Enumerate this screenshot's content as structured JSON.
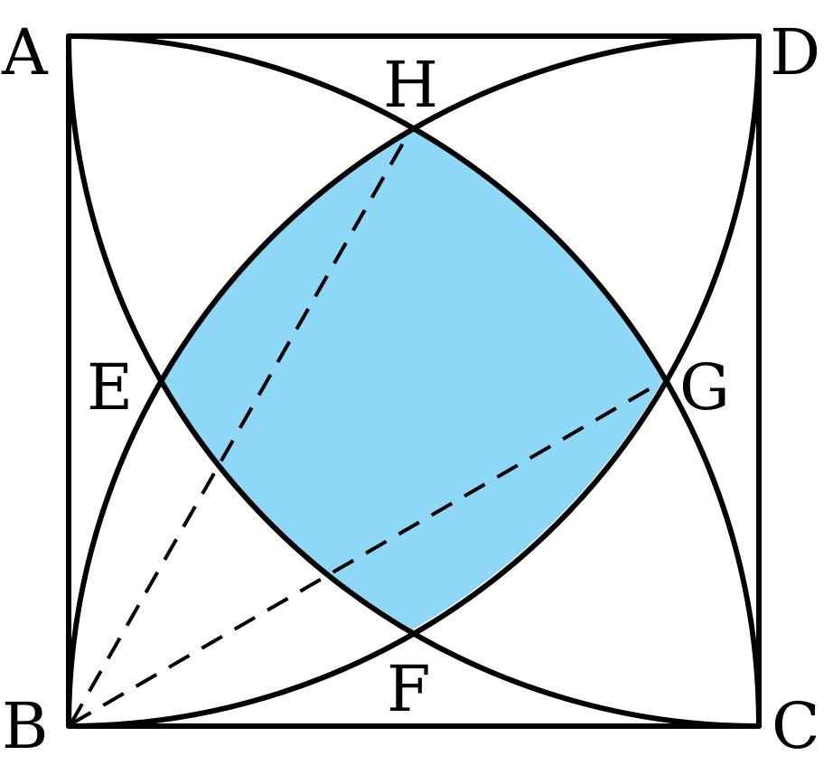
{
  "labels": {
    "A": "A",
    "B": "B",
    "C": "C",
    "D": "D",
    "E": "E",
    "F": "F",
    "G": "G",
    "H": "H"
  },
  "colors": {
    "region_fill": "#8fd7f6",
    "stroke": "#000000"
  }
}
